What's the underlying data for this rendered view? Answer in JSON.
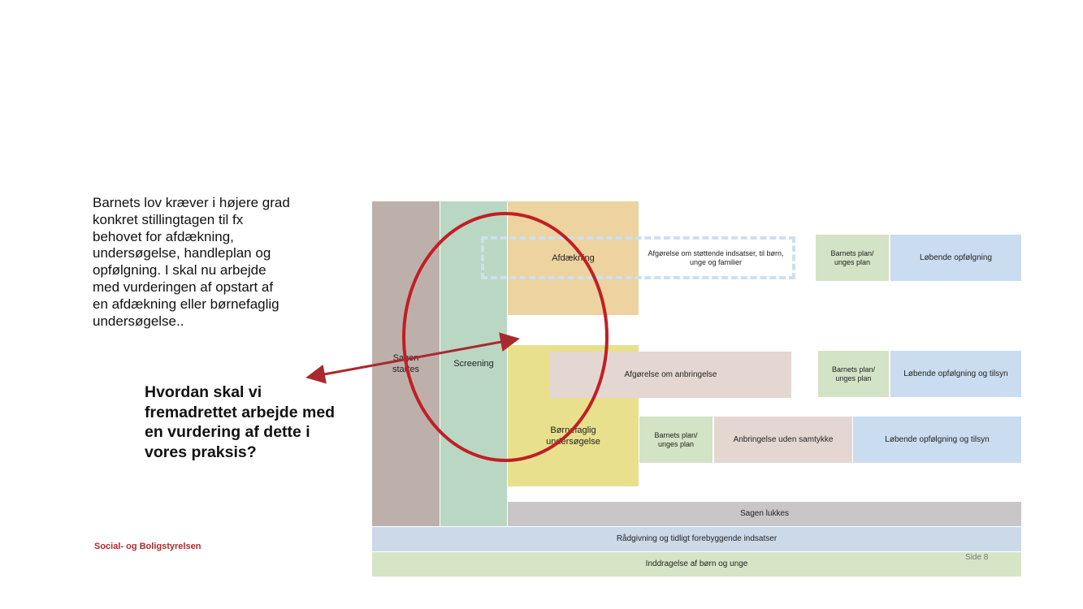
{
  "intro_text": "Barnets lov kræver i højere grad konkret stillingtagen til fx behovet for afdækning, undersøgelse, handleplan og opfølgning. I skal nu arbejde med vurderingen af opstart af en afdækning eller børnefaglig undersøgelse..",
  "question_text": "Hvordan skal vi fremadrettet arbejde med en vurdering af dette i vores praksis?",
  "org_name": "Social- og Boligstyrelsen",
  "page_number": "Side 8",
  "diagram": {
    "sagen_startes": "Sagen startes",
    "screening": "Screening",
    "afdaekning": "Afdækning",
    "afgoerelse_stoettende": "Afgørelse om støttende indsatser, til børn, unge og familier",
    "barnets_plan_1": "Barnets plan/ unges plan",
    "loebende_opfoelgning_1": "Løbende opfølgning",
    "boernefaglig_undersoegelse": "Børnefaglig undersøgelse",
    "afgoerelse_anbringelse": "Afgørelse om anbringelse",
    "barnets_plan_2": "Barnets plan/ unges plan",
    "loebende_opfoelgning_tilsyn_1": "Løbende opfølgning og tilsyn",
    "barnets_plan_3": "Barnets plan/ unges plan",
    "anbringelse_uden_samtykke": "Anbringelse uden samtykke",
    "loebende_opfoelgning_tilsyn_2": "Løbende opfølgning og tilsyn",
    "sagen_lukkes": "Sagen lukkes",
    "raadgivning": "Rådgivning og tidligt forebyggende indsatser",
    "inddragelse": "Inddragelse af børn og unge"
  },
  "colors": {
    "brown_gray": "#bdb0ab",
    "screening_green": "#bad7c4",
    "afdaekning_tan": "#edd39f",
    "undersoegelse_yellow": "#e8e08c",
    "pink_beige": "#e4d7d2",
    "light_green": "#d3e3c5",
    "light_blue": "#c9dcf0",
    "gray": "#c8c6c6",
    "raadgivning_blue": "#ccd9e8",
    "inddragelse_green": "#d5e5c6",
    "annotation_red": "#c01f25",
    "org_red": "#b3282d"
  }
}
